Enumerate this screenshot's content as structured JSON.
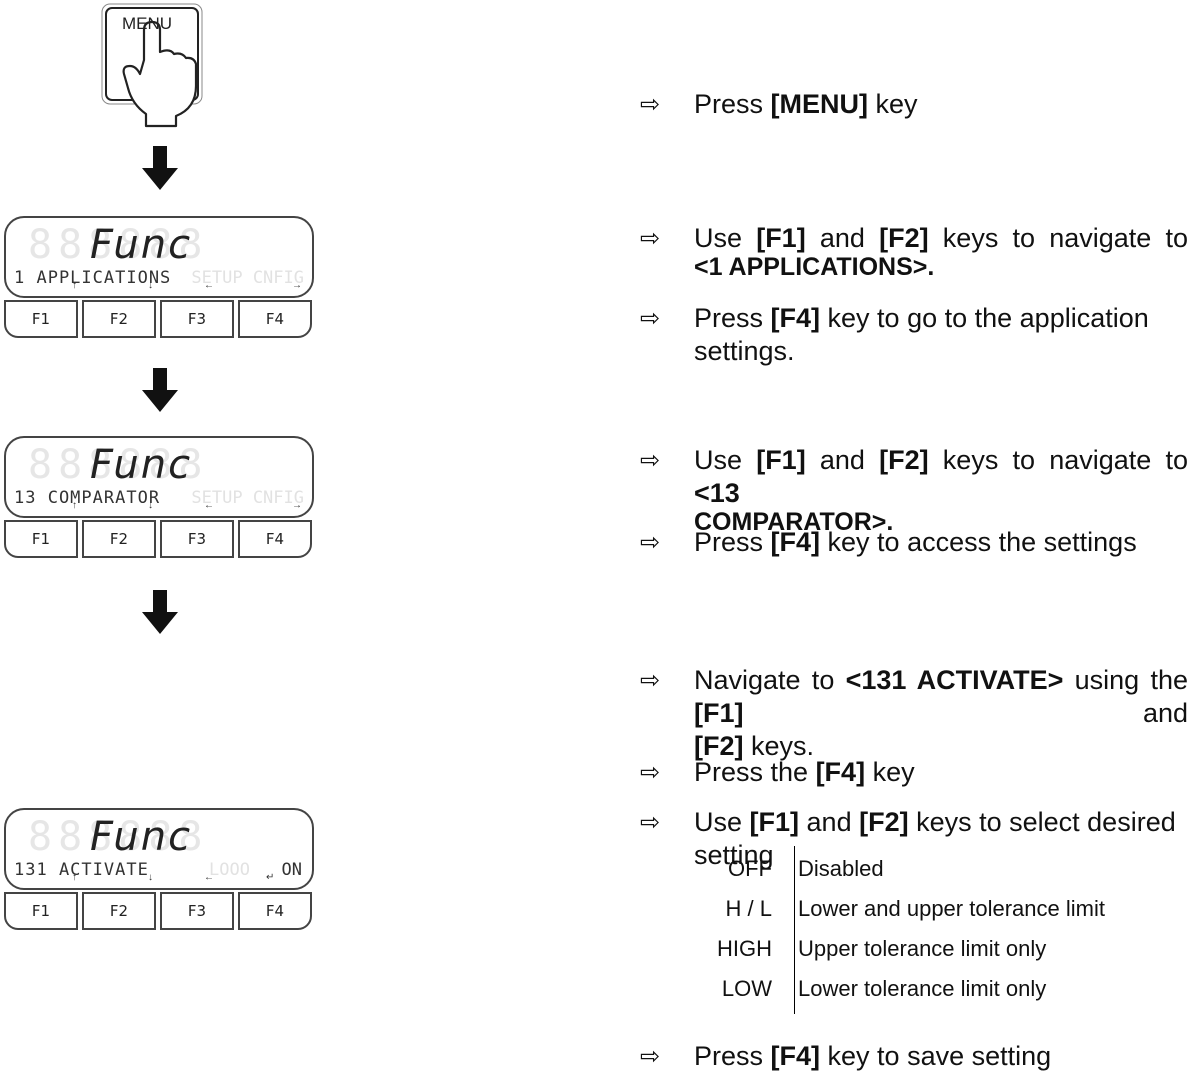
{
  "menu_key": {
    "label": "MENU"
  },
  "displays": [
    {
      "title": "Func",
      "line": "1 APPLICATIONS",
      "ghost": "SETUP  CNFIG",
      "value": "",
      "arrows": [
        "↑",
        "↓",
        "←",
        "→"
      ],
      "keys": [
        "F1",
        "F2",
        "F3",
        "F4"
      ]
    },
    {
      "title": "Func",
      "line": "13 COMPARATOR",
      "ghost": "SETUP  CNFIG",
      "value": "",
      "arrows": [
        "↑",
        "↓",
        "←",
        "→"
      ],
      "keys": [
        "F1",
        "F2",
        "F3",
        "F4"
      ]
    },
    {
      "title": "Func",
      "line": "131 ACTIVATE",
      "ghost": "LOOO",
      "value": "ON",
      "arrows": [
        "↑",
        "↓",
        "←",
        "↵"
      ],
      "keys": [
        "F1",
        "F2",
        "F3",
        "F4"
      ]
    }
  ],
  "steps": {
    "s1": {
      "pre": "Press ",
      "key": "[MENU]",
      "post": " key"
    },
    "s2": {
      "pre": "Use ",
      "k1": "[F1]",
      "mid": " and ",
      "k2": "[F2]",
      "post": " keys to navigate to",
      "line2": "<1 APPLICATIONS>."
    },
    "s3": {
      "pre": "Press ",
      "key": "[F4]",
      "post": " key to go to the application settings."
    },
    "s4": {
      "pre": "Use ",
      "k1": "[F1]",
      "mid": " and ",
      "k2": "[F2]",
      "post": " keys to navigate to ",
      "tail": "<13",
      "line2": "COMPARATOR>."
    },
    "s5": {
      "pre": "Press ",
      "key": "[F4]",
      "post": " key to access the settings"
    },
    "s6": {
      "pre": "Navigate to ",
      "target": "<131 ACTIVATE>",
      "mid": " using the ",
      "k1": "[F1]",
      "post": " and",
      "k2": "[F2]",
      "post2": " keys."
    },
    "s7": {
      "pre": "Press the ",
      "key": "[F4]",
      "post": " key"
    },
    "s8": {
      "pre": "Use ",
      "k1": "[F1]",
      "mid": " and ",
      "k2": "[F2]",
      "post": " keys to select desired setting"
    },
    "s9": {
      "pre": "Press ",
      "key": "[F4]",
      "post": " key to save setting"
    }
  },
  "options": [
    {
      "code": "OFF",
      "desc": "Disabled"
    },
    {
      "code": "H / L",
      "desc": "Lower and upper tolerance limit"
    },
    {
      "code": "HIGH",
      "desc": "Upper tolerance limit only"
    },
    {
      "code": "LOW",
      "desc": "Lower tolerance limit only"
    }
  ]
}
